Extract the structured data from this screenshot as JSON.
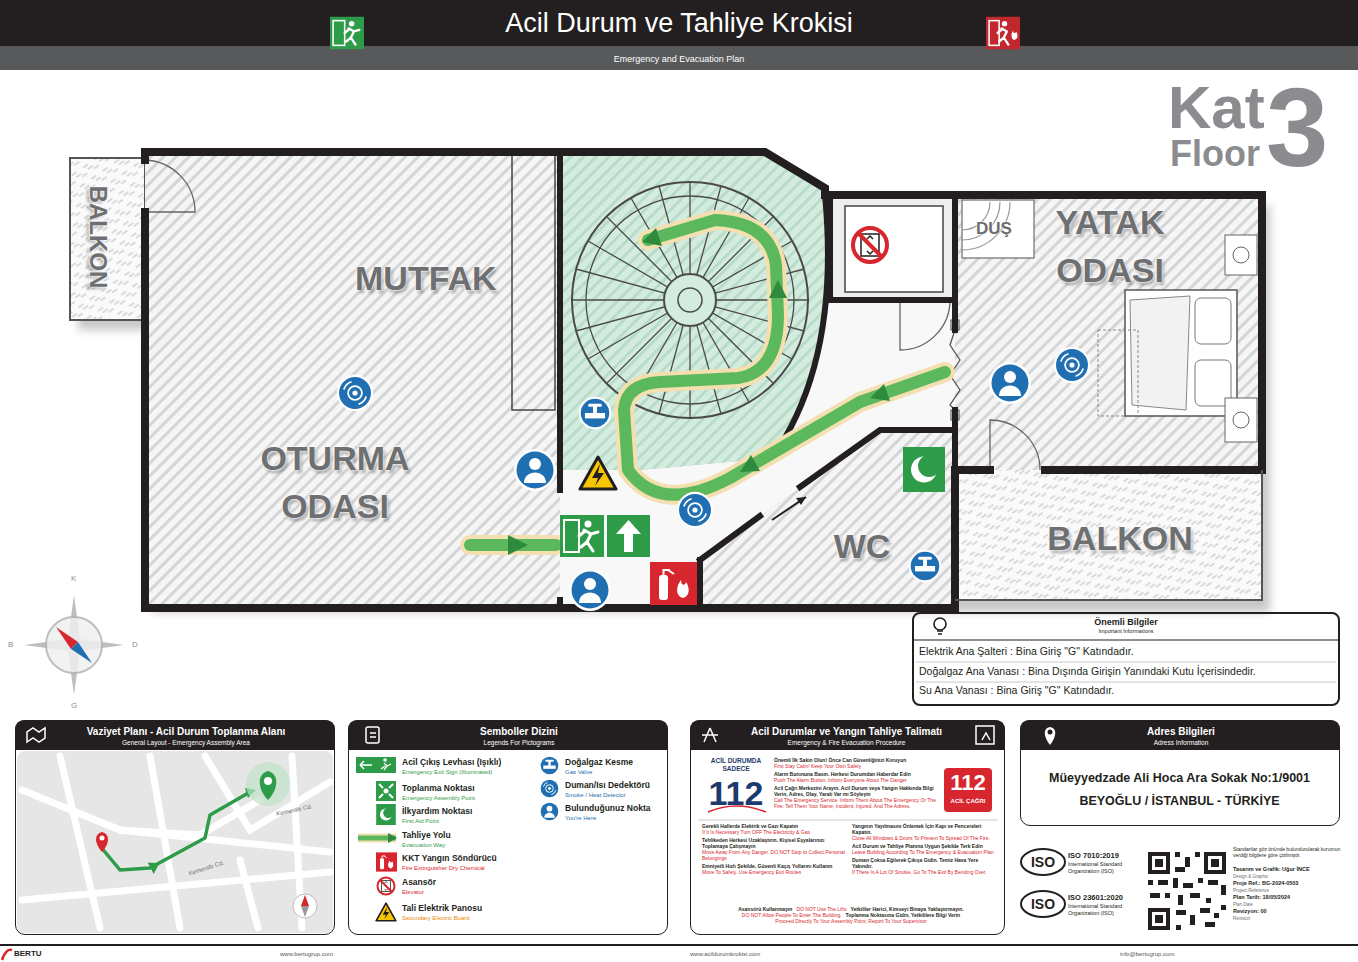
{
  "diagram": {
    "title": "Acil Durum ve Tahliye Krokisi",
    "nodes": [
      {
        "text": [
          "BALKON"
        ]
      },
      {
        "text": [
          "MUTFAK",
          "OTURMA ODASI"
        ]
      },
      {
        "text": [
          "YATAK ODASI"
        ]
      },
      {
        "text": [
          "WC"
        ]
      },
      {
        "text": [
          "BALKON"
        ]
      },
      {
        "text": [
          "Önemli Bilgiler",
          "Important Informations",
          "Elektrik Ana Şalteri : Bina Giriş \"G\" Katındadır.",
          "Doğalgaz Ana Vanası : Bina Dışında Girişin Yanındaki Kutu İçerisindedir.",
          "Su Ana Vanası : Bina Giriş \"G\" Katındadır."
        ]
      },
      {
        "text": [
          "Vaziyet Planı - Acil Durum Toplanma Alanı",
          "General Layout - Emergency Assembly Area"
        ]
      },
      {
        "text": [
          "Semboller Dizini",
          "Legends For Pictograms"
        ]
      },
      {
        "text": [
          "Acil Durumlar ve Yangın Tahliye Talimatı",
          "Emergency & Fire Evacuation Procedure"
        ]
      },
      {
        "text": [
          "Adres Bilgileri",
          "Adress Information",
          "Müeyyedzade Ali Hoca Ara Sokak No:1/9001",
          "BEYOĞLU / İSTANBUL - TÜRKİYE"
        ]
      }
    ],
    "labels": [
      "Emergency and Evacuation Plan",
      "Kat",
      "Floor",
      "3",
      "DUŞ",
      "K",
      "D",
      "G",
      "B",
      "ACİL DURUMDA SADECE",
      "112",
      "112",
      "ACİL ÇAĞRI",
      "Önemli İlk Sakin Olun! Önce Can Güvenliğinizi Koruyun",
      "First Stay Calm! Keep Your Own Safety",
      "Alarm Butonuna Basın. Herkesi Durumdan Haberdar Edin",
      "Push The Alarm Button. Inform Everyone About The Danger",
      "Acil Çağrı Merkezini Arayın. Acil Durum veya Yangın Hakkında Bilgi Verin, Adres, Olay, Yaralı Var mı Söyleyin",
      "Call The Emergency Service. Inform Them About The Emergency Or The Fire. Tell Them Your Name, Incident, Injured, And The Adress.",
      "Gerekli Hallerde Elektrik ve Gazı Kapatın",
      "If It Is Necessary Turn OFF The Electricity & Gas",
      "Tehlikeden Herkesi Uzaklaştırın. Kişisel Eşyalarınızı Toplamaya Çalışmayın",
      "Move Away From Any Danger. DO NOT Stop to Collect Personal Belongings",
      "Emniyetli Hızlı Şekilde, Güvenli Kaçış Yollarını Kullanın",
      "Move To Safety. Use Emergency Exit Routes",
      "Yangının Yayılmasını Önlemek İçin Kapı ve Pencereleri Kapatın.",
      "Close All Windows & Doors To Prevent To Spread Of The Fire.",
      "Acil Durum ve Tahliye Planına Uygun Şekilde Terk Edin",
      "Leave Building According To The Emergency & Evacuation Plan",
      "Duman Çoksa Eğilerek Çıkışa Gidin. Temiz Hava Yere Yakındır.",
      "If There Is A Lot Of Smoke, Go To The Exit By Bending Over.",
      "Asansörü Kullanmayın",
      "DO NOT Use The Lifts",
      "Yetkililer Harici, Kimseyi Binaya Yaklaştırmayın.",
      "DO NOT Allow People To Enter The Building.",
      "Toplanma Noktasına Gidin, Yetkililere Bilgi Verin",
      "Proceed Directly To Your Assembly Point, Report To Your Supervisor",
      "Kemeraltı Cd.",
      "Kemeraltı Cd.",
      "Emergency Exit Sign (Illuminated)",
      "Emergency Assembly Point",
      "First Aid Point",
      "Evacuation Way",
      "Fire Extinguisher Dry Chemical",
      "Elevator",
      "Secondary Electric Board",
      "Gas Valve",
      "Smoke / Heat Detector",
      "You're Here",
      "ISO",
      "ISO 7010:2019",
      "International Standard Organization (ISO)",
      "ISO",
      "ISO 23601:2020",
      "International Standard Organization (ISO)",
      "Standartlar göz önünde bulundurularak kurumun verdiği bilgilere göre çizilmiştir.",
      "Tasarım ve Grafik: Uğur İNCE",
      "Design & Graphic",
      "Proje Ref.: BG-2024-0503",
      "Project Reference",
      "Plan Tarih: 18/05/2024",
      "Plan Date",
      "Revizyon: 00",
      "Revision",
      "BERTU",
      "www.bertugrup.com",
      "www.acildurumkrokisi.com",
      "info@bertugrup.com"
    ],
    "legend": [
      {
        "text": "Acil Çıkış Levhası (Işıklı)"
      },
      {
        "text": "Toplanma Noktası"
      },
      {
        "text": "İlkyardım Noktası"
      },
      {
        "text": "Tahliye Yolu"
      },
      {
        "text": "KKT Yangın Söndürücü"
      },
      {
        "text": "Asansör"
      },
      {
        "text": "Tali Elektrik Panosu"
      },
      {
        "text": "Doğalgaz Kesme"
      },
      {
        "text": "Duman/Isı Dedektörü"
      },
      {
        "text": "Bulunduğunuz Nokta"
      }
    ]
  }
}
